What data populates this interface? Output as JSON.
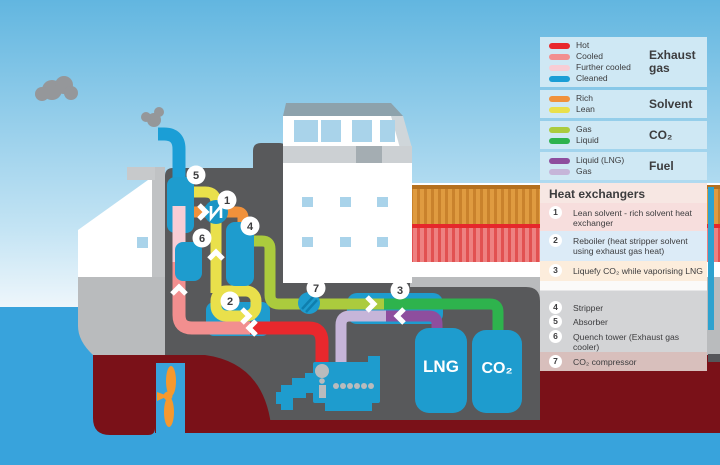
{
  "legend": {
    "sections": [
      {
        "title": "Exhaust gas",
        "rows": [
          {
            "label": "Hot",
            "color": "#e8282d"
          },
          {
            "label": "Cooled",
            "color": "#f28f8f"
          },
          {
            "label": "Further cooled",
            "color": "#f8cdd5"
          },
          {
            "label": "Cleaned",
            "color": "#1b9ed6"
          }
        ]
      },
      {
        "title": "Solvent",
        "rows": [
          {
            "label": "Rich",
            "color": "#f0913b"
          },
          {
            "label": "Lean",
            "color": "#e9e04b"
          }
        ]
      },
      {
        "title": "CO₂",
        "rows": [
          {
            "label": "Gas",
            "color": "#abcb3d"
          },
          {
            "label": "Liquid",
            "color": "#2eb34d"
          }
        ]
      },
      {
        "title": "Fuel",
        "rows": [
          {
            "label": "Liquid (LNG)",
            "color": "#8e4e9e"
          },
          {
            "label": "Gas",
            "color": "#c6b5d9"
          }
        ]
      }
    ]
  },
  "heat_exchangers": {
    "title": "Heat exchangers",
    "items": [
      {
        "number": "1",
        "label": "Lean solvent - rich solvent heat exchanger"
      },
      {
        "number": "2",
        "label": "Reboiler (heat stripper solvent using exhaust gas heat)"
      },
      {
        "number": "3",
        "label": "Liquefy CO₂ while vaporising LNG"
      },
      {
        "number": "4",
        "label": "Stripper"
      },
      {
        "number": "5",
        "label": "Absorber"
      },
      {
        "number": "6",
        "label": "Quench tower (Exhaust gas cooler)"
      },
      {
        "number": "7",
        "label": "CO₂ compressor"
      }
    ]
  },
  "diagram": {
    "tanks": {
      "lng": "LNG",
      "co2": "CO₂"
    }
  },
  "colors": {
    "sea": "#38a3dc",
    "sky": "#62b6e0",
    "hull_red": "#7a1118",
    "hull_gray": "#b9bbbd",
    "machinery_gray": "#58595b",
    "equipment_teal": "#1e9cce",
    "propeller_orange": "#f5992e",
    "exhaust_hot": "#e8282d",
    "exhaust_cooled": "#f28f8f",
    "exhaust_further_cooled": "#f8cdd5",
    "exhaust_cleaned": "#1b9ed6",
    "solvent_rich": "#f0913b",
    "solvent_lean": "#e9e04b",
    "co2_gas": "#abcb3d",
    "co2_liquid": "#2eb34d",
    "fuel_liquid_lng": "#8e4e9e",
    "fuel_gas": "#c6b5d9"
  }
}
